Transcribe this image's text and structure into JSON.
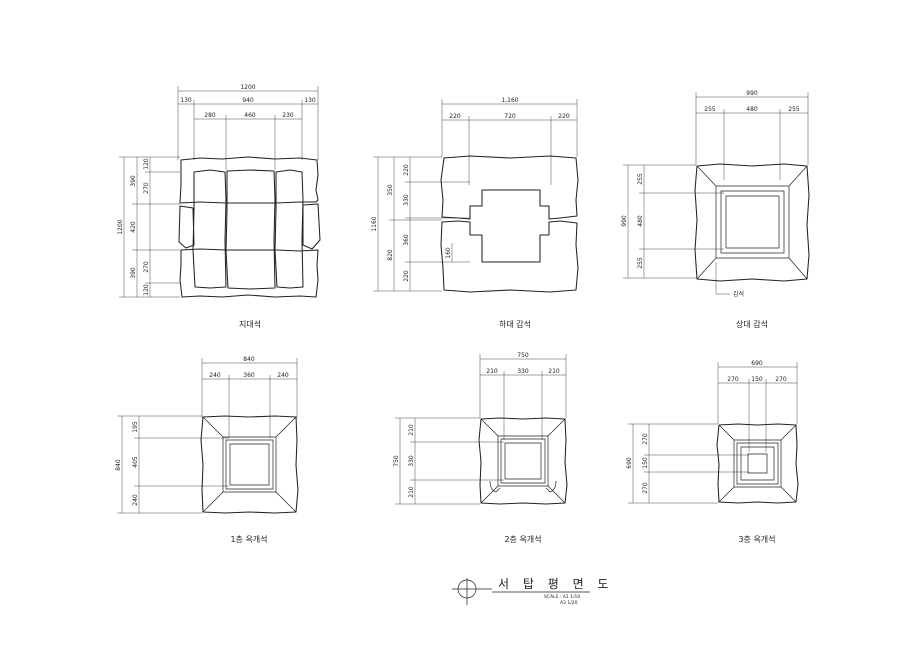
{
  "drawing": {
    "title": "서 탑 평 면 도",
    "scale_line1": "SCALE : A1 1/10",
    "scale_line2": "A3 1/20"
  },
  "plan_jidaeseok": {
    "caption": "지대석",
    "top": [
      "1200",
      "130",
      "940",
      "130",
      "280",
      "460",
      "230"
    ],
    "left": [
      "1200",
      "390",
      "420",
      "390",
      "120",
      "270",
      "270",
      "120"
    ]
  },
  "plan_hadae": {
    "caption": "하대 갑석",
    "top": [
      "1,160",
      "220",
      "720",
      "220"
    ],
    "left": [
      "1160",
      "350",
      "820",
      "220",
      "330",
      "360",
      "220",
      "160"
    ]
  },
  "plan_sangdae": {
    "caption": "상대 갑석",
    "top": [
      "990",
      "255",
      "480",
      "255"
    ],
    "left": [
      "990",
      "255",
      "480",
      "255"
    ],
    "note": "갑석"
  },
  "plan_okgae1": {
    "caption": "1층 옥개석",
    "top": [
      "840",
      "240",
      "360",
      "240"
    ],
    "left": [
      "840",
      "195",
      "405",
      "240"
    ]
  },
  "plan_okgae2": {
    "caption": "2층 옥개석",
    "top": [
      "750",
      "210",
      "330",
      "210"
    ],
    "left": [
      "750",
      "210",
      "330",
      "210"
    ]
  },
  "plan_okgae3": {
    "caption": "3층 옥개석",
    "top": [
      "690",
      "270",
      "150",
      "270"
    ],
    "left": [
      "690",
      "270",
      "150",
      "270"
    ]
  }
}
